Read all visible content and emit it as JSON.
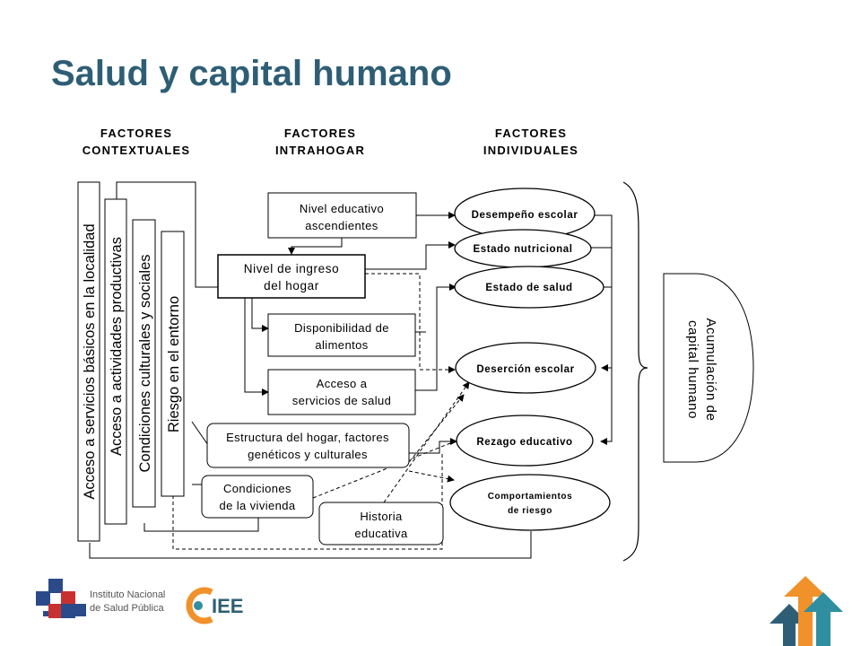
{
  "title": "Salud y capital humano",
  "headers": {
    "contextuales": [
      "FACTORES",
      "CONTEXTUALES"
    ],
    "intrahogar": [
      "FACTORES",
      "INTRAHOGAR"
    ],
    "individuales": [
      "FACTORES",
      "INDIVIDUALES"
    ]
  },
  "contextual_bars": [
    "Acceso a servicios básicos en la localidad",
    "Acceso a actividades productivas",
    "Condiciones culturales y sociales",
    "Riesgo en el entorno"
  ],
  "intrahogar_boxes": {
    "nivel_educativo": [
      "Nivel educativo",
      "ascendientes"
    ],
    "nivel_ingreso": [
      "Nivel de ingreso",
      "del hogar"
    ],
    "disponibilidad": [
      "Disponibilidad de",
      "alimentos"
    ],
    "acceso_salud": [
      "Acceso a",
      "servicios de salud"
    ],
    "estructura": [
      "Estructura del hogar, factores",
      "genéticos y culturales"
    ],
    "vivienda": [
      "Condiciones",
      "de la vivienda"
    ],
    "historia": [
      "Historia",
      "educativa"
    ]
  },
  "individual_outcomes": {
    "desempeno": "Desempeño escolar",
    "nutricional": "Estado nutricional",
    "salud": "Estado de salud",
    "desercion": "Deserción escolar",
    "rezago": "Rezago educativo",
    "comportamientos": [
      "Comportamientos",
      "de riesgo"
    ]
  },
  "result": [
    "Acumulación de",
    "capital humano"
  ],
  "logos": {
    "insp": [
      "Instituto Nacional",
      "de Salud Pública"
    ],
    "ciee": "IEE"
  },
  "colors": {
    "title": "#2e5e75",
    "insp_blue": "#2b4a8a",
    "insp_red": "#c8312f",
    "ciee_orange": "#f0912a",
    "arrow_orange": "#f0912a",
    "arrow_teal": "#2f8fa0",
    "arrow_dark": "#2e5e75"
  }
}
